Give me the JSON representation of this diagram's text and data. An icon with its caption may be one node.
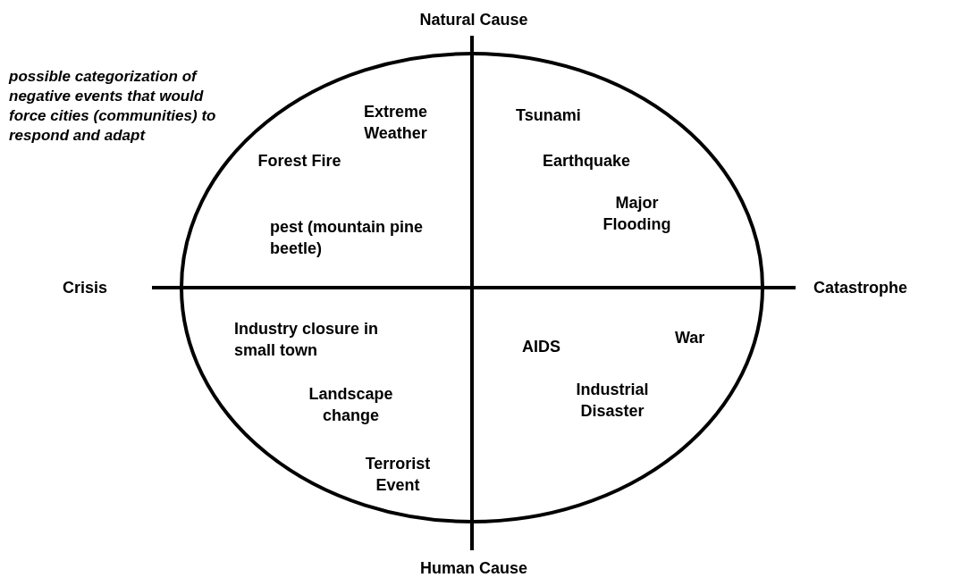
{
  "diagram": {
    "labels": [
      "Natural Cause",
      "possible categorization of negative events that would force cities (communities) to respond and adapt",
      "Extreme Weather",
      "Tsunami",
      "Forest Fire",
      "Earthquake",
      "Major Flooding",
      "pest (mountain pine beetle)",
      "Crisis",
      "Catastrophe",
      "Industry closure in small town",
      "War",
      "AIDS",
      "Landscape change",
      "Industrial Disaster",
      "Terrorist Event",
      "Human Cause"
    ]
  }
}
